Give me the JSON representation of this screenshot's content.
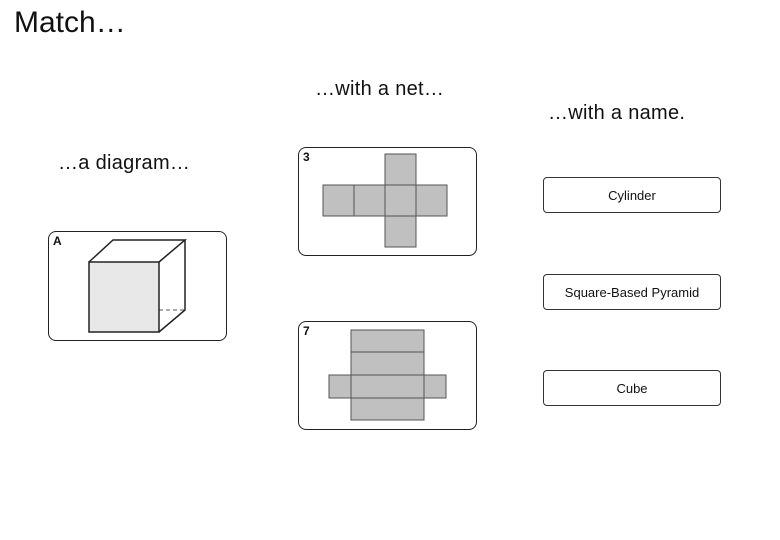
{
  "page": {
    "title": "Match…",
    "headings": {
      "diagram": "…a diagram…",
      "net": "…with a net…",
      "name": "…with a name."
    }
  },
  "diagram_cards": [
    {
      "label": "A",
      "depicts": "cube"
    }
  ],
  "net_cards": [
    {
      "label": "3",
      "depicts": "cube-net"
    },
    {
      "label": "7",
      "depicts": "prism-net"
    }
  ],
  "name_cards": [
    {
      "label": "Cylinder"
    },
    {
      "label": "Square-Based Pyramid"
    },
    {
      "label": "Cube"
    }
  ],
  "colors": {
    "net_fill": "#c0c0c0",
    "front_face_fill": "#e8e8e8",
    "border": "#222222"
  }
}
